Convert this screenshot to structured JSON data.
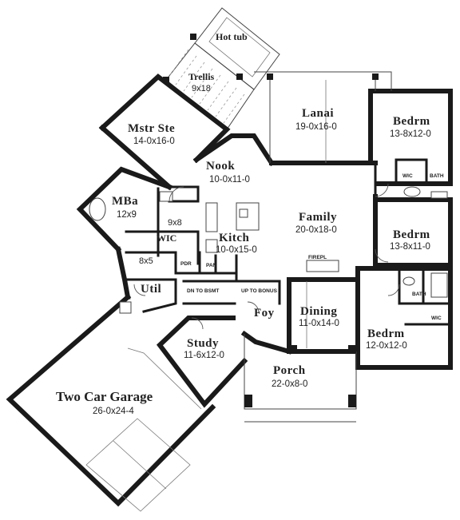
{
  "plan": {
    "rooms": {
      "hot_tub": {
        "name": "Hot tub"
      },
      "trellis": {
        "name": "Trellis",
        "size": "9x18"
      },
      "master_suite": {
        "name": "Mstr Ste",
        "size": "14-0x16-0"
      },
      "lanai": {
        "name": "Lanai",
        "size": "19-0x16-0"
      },
      "bedroom_1": {
        "name": "Bedrm",
        "size": "13-8x12-0"
      },
      "bedroom_2": {
        "name": "Bedrm",
        "size": "13-8x11-0"
      },
      "bedroom_3": {
        "name": "Bedrm",
        "size": "12-0x12-0"
      },
      "nook": {
        "name": "Nook",
        "size": "10-0x11-0"
      },
      "master_bath": {
        "name": "MBa",
        "size": "12x9"
      },
      "closet_9x8": {
        "size": "9x8"
      },
      "walk_in_closet_master": {
        "name": "WIC"
      },
      "closet_8x5": {
        "size": "8x5"
      },
      "kitchen": {
        "name": "Kitch",
        "size": "10-0x15-0"
      },
      "family": {
        "name": "Family",
        "size": "20-0x18-0"
      },
      "fireplace": {
        "name": "FIREPL"
      },
      "powder": {
        "name": "PDR"
      },
      "pantry": {
        "name": "PAN"
      },
      "utility": {
        "name": "Util"
      },
      "down_to_basement": {
        "name": "DN TO BSMT"
      },
      "up_to_bonus": {
        "name": "UP TO BONUS"
      },
      "foyer": {
        "name": "Foy"
      },
      "dining": {
        "name": "Dining",
        "size": "11-0x14-0"
      },
      "study": {
        "name": "Study",
        "size": "11-6x12-0"
      },
      "porch": {
        "name": "Porch",
        "size": "22-0x8-0"
      },
      "garage": {
        "name": "Two Car Garage",
        "size": "26-0x24-4"
      },
      "wic_bed1": {
        "name": "WIC"
      },
      "bath_bed1": {
        "name": "BATH"
      },
      "bath_bed3": {
        "name": "BATH"
      },
      "wic_bed3": {
        "name": "WIC"
      }
    }
  }
}
